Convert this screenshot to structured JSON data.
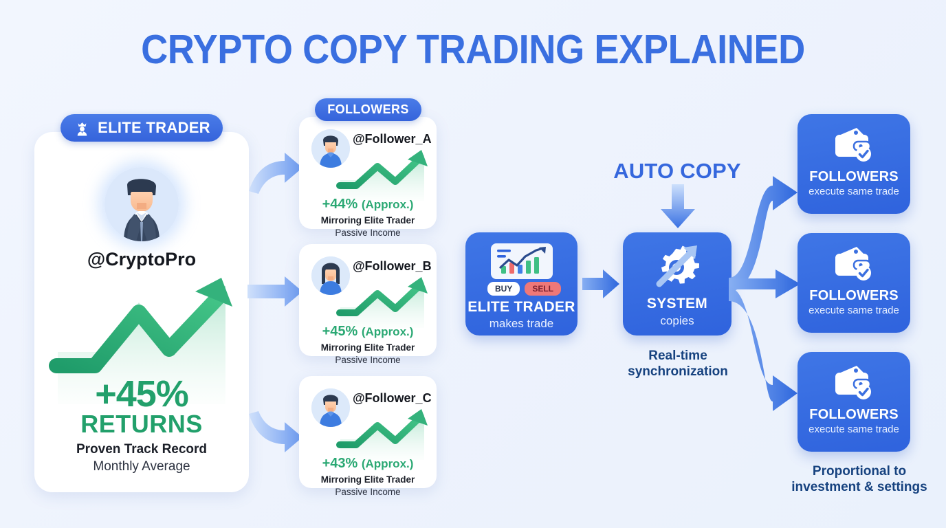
{
  "title": "CRYPTO COPY TRADING EXPLAINED",
  "theme": {
    "background": "#eff4fd",
    "brand_blue": "#3a6fe0",
    "deep_blue": "#2f63dd",
    "navy_text": "#16427f",
    "green": "#22a06b",
    "arrow_light": "#a9c6f6",
    "arrow_blue": "#3a72e3"
  },
  "elite_panel": {
    "badge_label": "ELITE TRADER",
    "badge_icon": "crown-person-icon",
    "avatar_icon": "businessman-avatar",
    "handle": "@CryptoPro",
    "chart_icon": "green-growth-chart",
    "percent": "+45%",
    "returns_label": "RETURNS",
    "sub_line_1": "Proven Track Record",
    "sub_line_2": "Monthly Average"
  },
  "followers_panel": {
    "badge_label": "FOLLOWERS",
    "cards": [
      {
        "handle": "@Follower_A",
        "avatar_icon": "male-avatar-blue-shirt",
        "percent": "+44%",
        "approx": "(Approx.)",
        "sub_line_1": "Mirroring Elite Trader",
        "sub_line_2": "Passive Income"
      },
      {
        "handle": "@Follower_B",
        "avatar_icon": "female-avatar-blue-shirt",
        "percent": "+45%",
        "approx": "(Approx.)",
        "sub_line_1": "Mirroring Elite Trader",
        "sub_line_2": "Passive Income"
      },
      {
        "handle": "@Follower_C",
        "avatar_icon": "male-avatar-blue-shirt",
        "percent": "+43%",
        "approx": "(Approx.)",
        "sub_line_1": "Mirroring Elite Trader",
        "sub_line_2": "Passive Income"
      }
    ]
  },
  "flow": {
    "auto_copy_label": "AUTO COPY",
    "trader_box": {
      "icon": "trading-chart-icon",
      "buy_label": "BUY",
      "sell_label": "SELL",
      "title": "ELITE TRADER",
      "subtitle": "makes trade"
    },
    "system_box": {
      "icon": "gear-arrow-icon",
      "title": "SYSTEM",
      "subtitle": "copies"
    },
    "system_caption_line_1": "Real-time",
    "system_caption_line_2": "synchronization",
    "follower_boxes": [
      {
        "icon": "wallet-check-icon",
        "title": "FOLLOWERS",
        "subtitle": "execute same trade"
      },
      {
        "icon": "wallet-check-icon",
        "title": "FOLLOWERS",
        "subtitle": "execute same trade"
      },
      {
        "icon": "wallet-check-icon",
        "title": "FOLLOWERS",
        "subtitle": "execute same trade"
      }
    ],
    "result_caption_line_1": "Proportional to",
    "result_caption_line_2": "investment & settings"
  }
}
